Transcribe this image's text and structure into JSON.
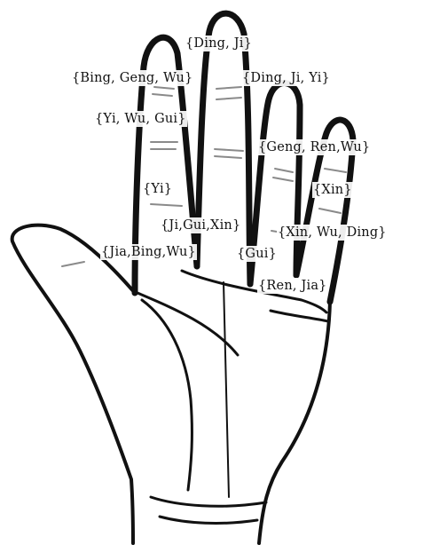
{
  "colors": {
    "background": "#ffffff",
    "ink": "#111111",
    "crease": "#8a8a8a"
  },
  "labels": {
    "middle_tip": "{Ding, Ji}",
    "index_tip": "{Bing, Geng, Wu}",
    "middle_upper": "{Ding, Ji, Yi}",
    "index_middle": "{Yi, Wu, Gui}",
    "ring_upper": "{Geng, Ren,Wu}",
    "pinky_upper": "{Xin}",
    "index_lower": "{Yi}",
    "middle_base": "{Ji,Gui,Xin}",
    "ring_base": "{Xin, Wu, Ding}",
    "index_base": "{Jia,Bing,Wu}",
    "ring_root": "{Gui}",
    "pinky_base": "{Ren, Jia}"
  }
}
